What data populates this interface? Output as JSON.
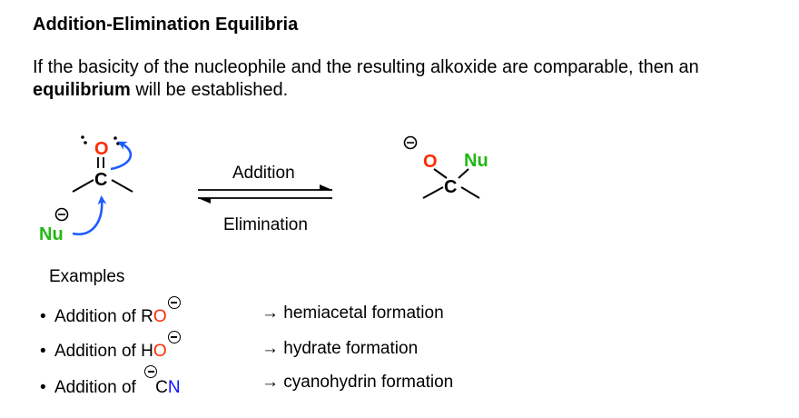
{
  "title": "Addition-Elimination Equilibria",
  "intro": {
    "before": "If the basicity of the nucleophile and the resulting alkoxide are comparable, then an ",
    "bold": "equilibrium",
    "after": " will be established."
  },
  "scheme": {
    "reactant": {
      "oxygen": "O",
      "carbon": "C",
      "nucleophile": "Nu"
    },
    "product": {
      "oxygen": "O",
      "carbon": "C",
      "nucleophile": "Nu"
    },
    "forward_label": "Addition",
    "reverse_label": "Elimination"
  },
  "examples": {
    "heading": "Examples",
    "items": [
      {
        "bullet": "•",
        "prefix": "Addition of ",
        "part1": "R",
        "part2": "O",
        "result": "→ hemiacetal formation"
      },
      {
        "bullet": "•",
        "prefix": "Addition of ",
        "part1": "H",
        "part2": "O",
        "result": "→ hydrate formation"
      },
      {
        "bullet": "•",
        "prefix": "Addition of ",
        "part1": "C",
        "part2": "N",
        "result": "→ cyanohydrin formation"
      }
    ]
  },
  "colors": {
    "oxygen": "#ff2a00",
    "nucleophile": "#22b814",
    "nitrogen": "#1010ff",
    "arrow": "#1e5bff"
  }
}
